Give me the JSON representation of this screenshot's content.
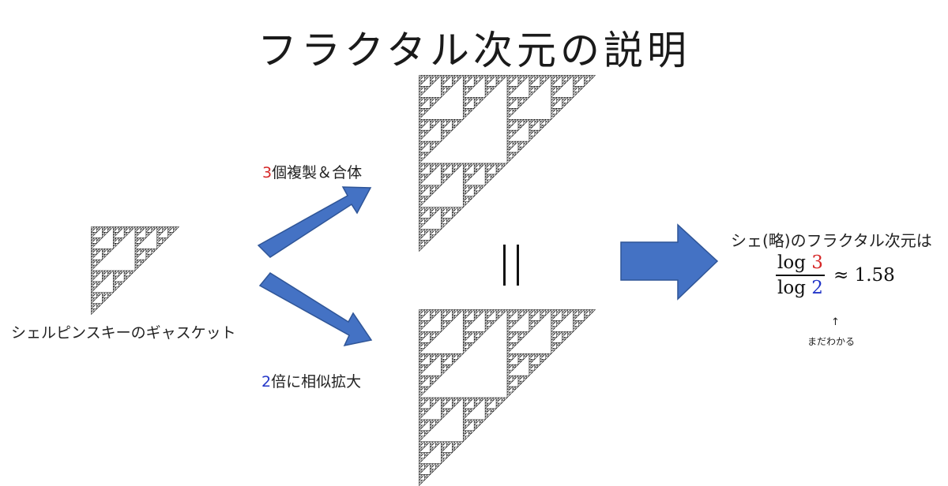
{
  "title": "フラクタル次元の説明",
  "left_caption": "シェルピンスキーのギャスケット",
  "upper_arrow_label": {
    "number": "3",
    "text": "個複製＆合体"
  },
  "lower_arrow_label": {
    "number": "2",
    "text": "倍に相似拡大"
  },
  "result_text": "シェ(略)のフラクタル次元は",
  "formula": {
    "numerator_prefix": "log ",
    "numerator_value": "3",
    "denominator_prefix": "log ",
    "denominator_value": "2",
    "approx": "≈ 1.58"
  },
  "note_arrow": "↑",
  "note_text": "まだわかる",
  "colors": {
    "arrow_fill": "#4472c4",
    "arrow_stroke": "#2f5597",
    "red": "#d62828",
    "blue": "#2336c8"
  }
}
